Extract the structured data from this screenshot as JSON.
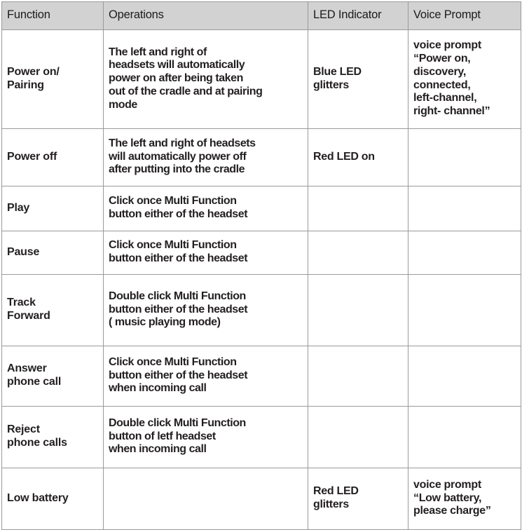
{
  "table": {
    "headers": [
      {
        "label": "Function"
      },
      {
        "label": "Operations"
      },
      {
        "label": "LED Indicator"
      },
      {
        "label": "Voice Prompt"
      }
    ],
    "rows": [
      {
        "function": "Power on/\nPairing",
        "operations": "The left and right of\n headsets will automatically\npower on after being taken\nout of the cradle and at pairing\nmode",
        "led": "Blue LED\nglitters",
        "voice": "voice prompt\n  “Power on,\ndiscovery,\nconnected,\nleft-channel,\nright- channel”"
      },
      {
        "function": "Power off",
        "operations": "The left and right of headsets\nwill automatically power off\nafter putting into the cradle",
        "led": "Red LED on",
        "voice": ""
      },
      {
        "function": "Play",
        "operations": "Click once Multi Function\nbutton either of the headset",
        "led": "",
        "voice": ""
      },
      {
        "function": "Pause",
        "operations": "Click once Multi Function\nbutton either of the headset",
        "led": "",
        "voice": ""
      },
      {
        "function": "Track\nForward",
        "operations": "Double click Multi Function\nbutton either of the headset\n( music playing mode)",
        "led": "",
        "voice": ""
      },
      {
        "function": "Answer\nphone call",
        "operations": " Click once Multi Function\nbutton either of the headset\nwhen incoming call",
        "led": "",
        "voice": ""
      },
      {
        "function": "Reject\nphone calls",
        "operations": "Double click Multi Function\nbutton of letf headset\nwhen incoming call",
        "led": "",
        "voice": ""
      },
      {
        "function": "Low battery",
        "operations": "",
        "led": "Red LED\nglitters",
        "voice": "voice prompt\n  “Low battery,\nplease charge”"
      }
    ]
  },
  "colors": {
    "header_fill": "#d2d2d2",
    "border": "#9a9a9a",
    "text": "#231f20",
    "background": "#ffffff"
  }
}
